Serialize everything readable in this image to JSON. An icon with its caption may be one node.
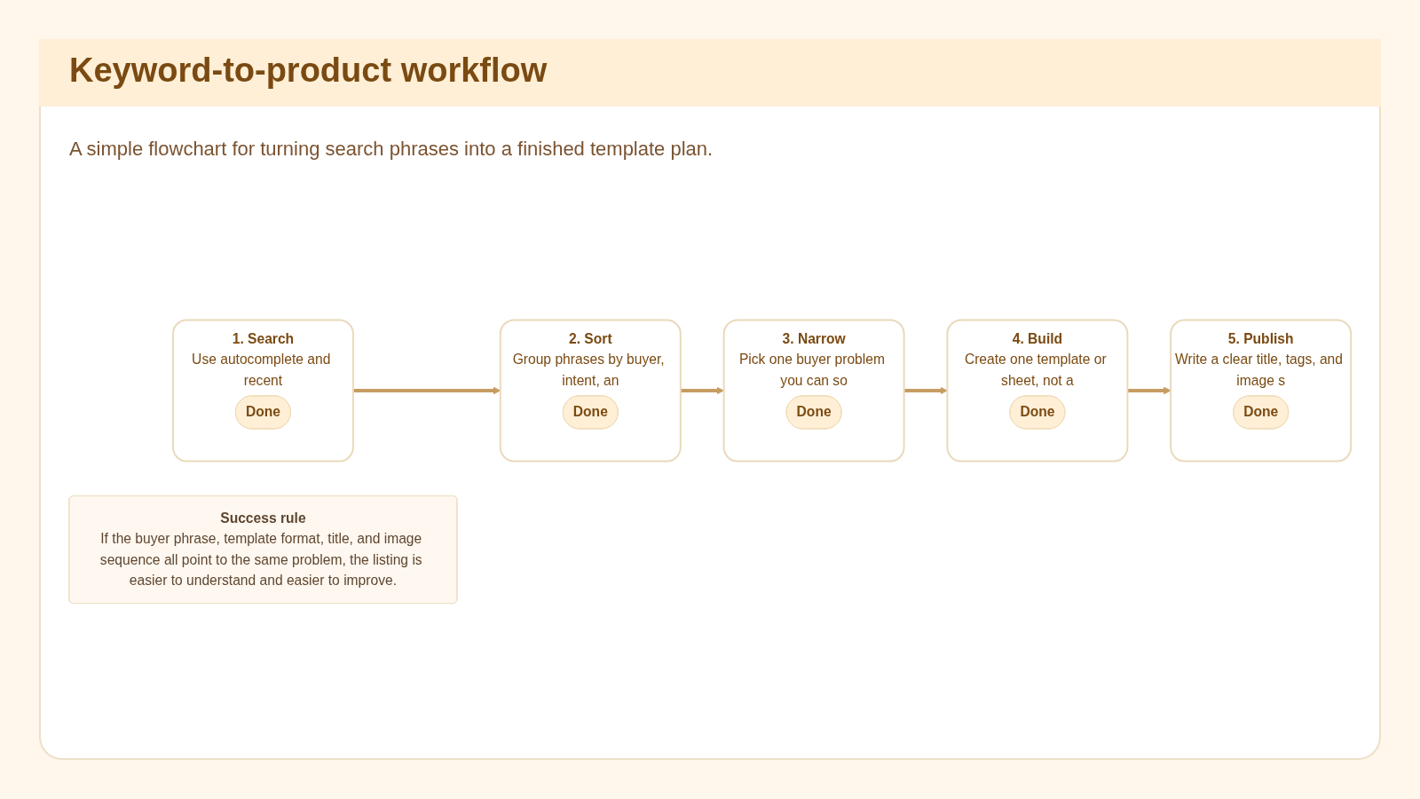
{
  "diagram": {
    "title": "Keyword-to-product workflow",
    "nodes": [
      {
        "text": [
          "1. Search",
          "Use autocomplete and recent"
        ]
      },
      {
        "text": [
          "Done"
        ],
        "in": 0
      },
      {
        "text": [
          "2. Sort",
          "Group phrases by buyer, intent, an"
        ]
      },
      {
        "text": [
          "Done"
        ],
        "in": 2
      },
      {
        "text": [
          "3. Narrow",
          "Pick one buyer problem you can so"
        ]
      },
      {
        "text": [
          "Done"
        ],
        "in": 4
      },
      {
        "text": [
          "4. Build",
          "Create one template or sheet, not a"
        ]
      },
      {
        "text": [
          "Done"
        ],
        "in": 6
      },
      {
        "text": [
          "5. Publish",
          "Write a clear title, tags, and image s"
        ]
      },
      {
        "text": [
          "Done"
        ],
        "in": 8
      },
      {
        "text": [
          "Success rule",
          "If the buyer phrase, template format, title, and image sequence all point to the same problem, the listing is easier to understand and easier to improve."
        ]
      }
    ],
    "edges": [
      {
        "from": 0,
        "to": 2,
        "arrow": "to"
      },
      {
        "from": 2,
        "to": 4,
        "arrow": "to"
      },
      {
        "from": 4,
        "to": 6,
        "arrow": "to"
      },
      {
        "from": 6,
        "to": 8,
        "arrow": "to"
      }
    ],
    "labels": [
      "A simple flowchart for turning search phrases into a finished template plan."
    ]
  }
}
